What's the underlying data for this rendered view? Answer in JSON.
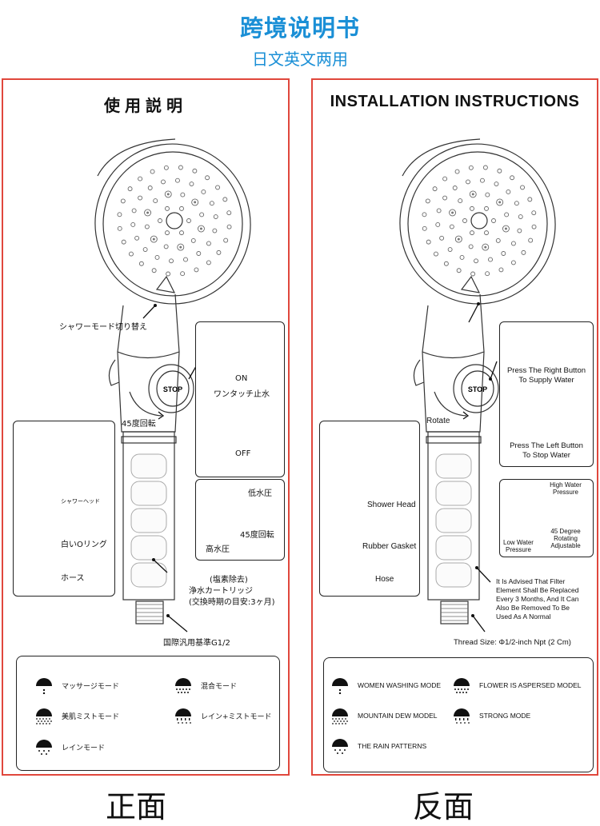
{
  "header": {
    "title": "跨境说明书",
    "subtitle": "日文英文两用"
  },
  "colors": {
    "accent_blue": "#1a8fd6",
    "frame_red": "#e0473c",
    "line": "#222222"
  },
  "left_panel": {
    "heading": "使用説明",
    "caption": "正面",
    "labels": {
      "mode_switch": "シャワーモード切り替え",
      "on": "ON",
      "one_touch_stop": "ワンタッチ止水",
      "off": "OFF",
      "rotate": "45度回転",
      "shower_head": "シャワーヘッド",
      "o_ring": "白いOリング",
      "hose": "ホース",
      "low_pressure": "低水圧",
      "rotate_45": "45度回転",
      "high_pressure": "高水圧",
      "filter_1": "(塩素除去)",
      "filter_2": "浄水カートリッジ",
      "filter_3": "(交換時期の目安:3ヶ月)",
      "thread": "国際汎用基準G1/2",
      "stop": "STOP"
    },
    "modes": [
      {
        "icon": "massage-mode-icon",
        "label": "マッサージモード"
      },
      {
        "icon": "mixed-mode-icon",
        "label": "混合モード"
      },
      {
        "icon": "mist-mode-icon",
        "label": "美肌ミストモード"
      },
      {
        "icon": "rain-mist-mode-icon",
        "label": "レイン+ミストモード"
      },
      {
        "icon": "rain-mode-icon",
        "label": "レインモード"
      }
    ]
  },
  "right_panel": {
    "heading": "INSTALLATION INSTRUCTIONS",
    "caption": "反面",
    "labels": {
      "press_right_1": "Press The Right Button",
      "press_right_2": "To Supply Water",
      "press_left_1": "Press The Left Button",
      "press_left_2": "To Stop Water",
      "rotate": "Rotate",
      "shower_head": "Shower Head",
      "gasket": "Rubber Gasket",
      "hose": "Hose",
      "high_1": "High Water",
      "high_2": "Pressure",
      "low_1": "Low Water",
      "low_2": "Pressure",
      "deg_1": "45 Degree",
      "deg_2": "Rotating",
      "deg_3": "Adjustable",
      "filter_1": "It Is Advised That Filter",
      "filter_2": "Element Shall Be Replaced",
      "filter_3": "Every 3 Months, And It Can",
      "filter_4": "Also Be Removed To Be",
      "filter_5": "Used As A Normal",
      "thread": "Thread Size: Φ1/2-inch Npt (2 Cm)",
      "stop": "STOP"
    },
    "modes": [
      {
        "icon": "massage-mode-icon",
        "label": "WOMEN WASHING MODE"
      },
      {
        "icon": "mixed-mode-icon",
        "label": "FLOWER IS ASPERSED MODEL"
      },
      {
        "icon": "mist-mode-icon",
        "label": "MOUNTAIN DEW MODEL"
      },
      {
        "icon": "rain-mist-mode-icon",
        "label": "STRONG MODE"
      },
      {
        "icon": "rain-mode-icon",
        "label": "THE RAIN PATTERNS"
      }
    ]
  }
}
